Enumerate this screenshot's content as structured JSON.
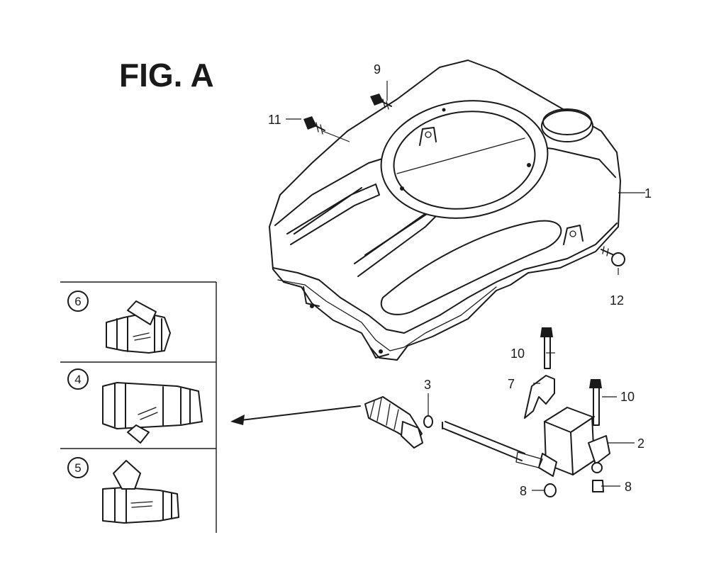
{
  "figure": {
    "title": "FIG. A"
  },
  "callouts": {
    "c1": "1",
    "c2": "2",
    "c3": "3",
    "c7": "7",
    "c8a": "8",
    "c8b": "8",
    "c9": "9",
    "c10a": "10",
    "c10b": "10",
    "c11": "11",
    "c12": "12"
  },
  "variants": [
    {
      "number": "6"
    },
    {
      "number": "4"
    },
    {
      "number": "5"
    }
  ]
}
